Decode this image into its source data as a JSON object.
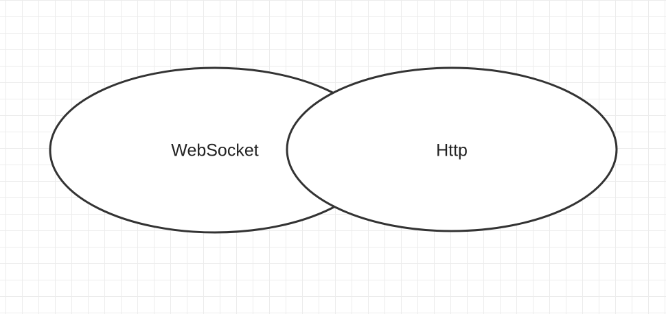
{
  "diagram": {
    "nodes": [
      {
        "id": "websocket",
        "label": "WebSocket",
        "shape": "ellipse"
      },
      {
        "id": "http",
        "label": "Http",
        "shape": "ellipse"
      }
    ],
    "relationship": "overlap",
    "stroke_color": "#333333",
    "fill_color": "#ffffff",
    "grid": true
  }
}
